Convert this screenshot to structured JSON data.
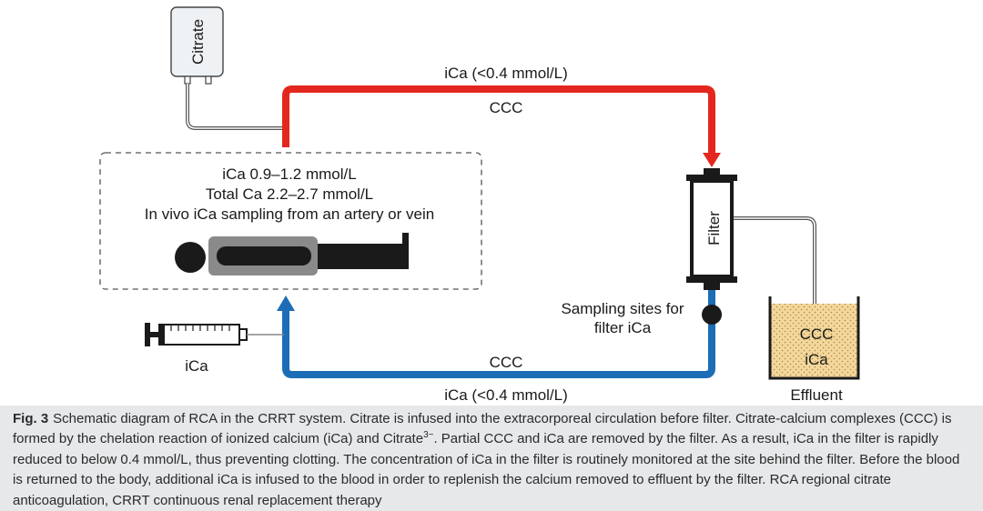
{
  "diagram": {
    "citrate_bag_label": "Citrate",
    "top_line": {
      "ica_label": "iCa (<0.4 mmol/L)",
      "ccc_label": "CCC"
    },
    "patient_box": {
      "line1": "iCa 0.9–1.2 mmol/L",
      "line2": "Total Ca 2.2–2.7 mmol/L",
      "line3": "In vivo iCa sampling from an artery or vein"
    },
    "filter_label": "Filter",
    "sampling_label": {
      "line1": "Sampling sites for",
      "line2": "filter iCa"
    },
    "syringe_label": "iCa",
    "bottom_line": {
      "ccc_label": "CCC",
      "ica_label": "iCa (<0.4 mmol/L)"
    },
    "effluent": {
      "ccc_label": "CCC",
      "ica_label": "iCa",
      "label": "Effluent"
    },
    "colors": {
      "arterial_line": "#e3271e",
      "venous_line": "#1c6db5",
      "effluent_fill": "#f4d79a",
      "body_gray": "#8a8a8a",
      "tube_gray": "#555555"
    }
  },
  "caption": {
    "fig_label": "Fig. 3",
    "part1": "Schematic diagram of RCA in the CRRT system. Citrate is infused into the extracorporeal circulation before filter. Citrate-calcium complexes (CCC) is formed by the chelation reaction of ionized calcium (iCa) and Citrate",
    "superscript": "3−",
    "part2": ". Partial CCC and iCa are removed by the filter. As a result, iCa in the filter is rapidly reduced to below 0.4 mmol/L, thus preventing clotting. The concentration of iCa in the filter is routinely monitored at the site behind the filter. Before the blood is returned to the body, additional iCa is infused to the blood in order to replenish the calcium removed to effluent by the filter. RCA regional citrate anticoagulation, CRRT continuous renal replacement therapy"
  }
}
